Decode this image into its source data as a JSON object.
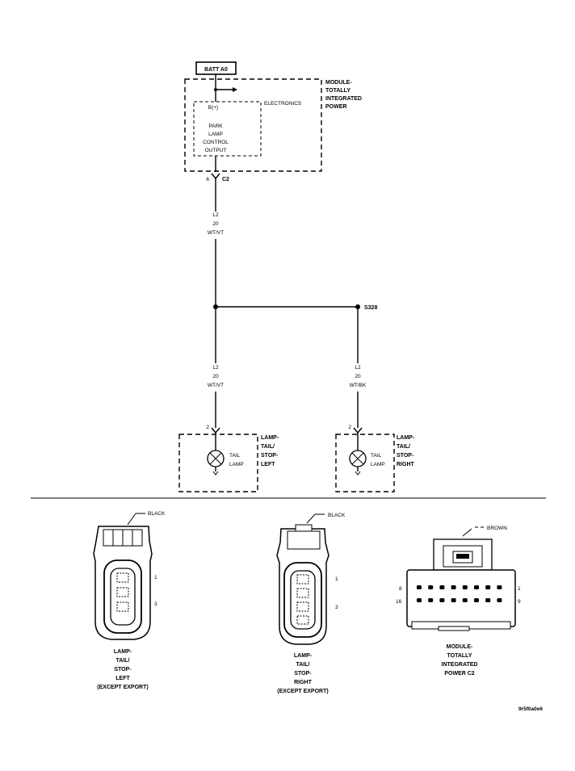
{
  "module": {
    "fuse_label": "BATT A0",
    "name_lines": [
      "MODULE-",
      "TOTALLY",
      "INTEGRATED",
      "POWER"
    ],
    "electronics_label": "ELECTRONICS",
    "b_plus": "B(+)",
    "output_lines": [
      "PARK",
      "LAMP",
      "CONTROL",
      "OUTPUT"
    ],
    "pin": "6",
    "connector": "C2"
  },
  "wire_top": {
    "circuit": "L2",
    "gauge": "20",
    "color": "WT/VT"
  },
  "splice": "S328",
  "wire_left": {
    "circuit": "L2",
    "gauge": "20",
    "color": "WT/VT"
  },
  "wire_right": {
    "circuit": "L2",
    "gauge": "20",
    "color": "WT/BK"
  },
  "lamp_left": {
    "pin": "2",
    "bulb_lines": [
      "TAIL",
      "LAMP"
    ],
    "name_lines": [
      "LAMP-",
      "TAIL/",
      "STOP-",
      "LEFT"
    ]
  },
  "lamp_right": {
    "pin": "2",
    "bulb_lines": [
      "TAIL",
      "LAMP"
    ],
    "name_lines": [
      "LAMP-",
      "TAIL/",
      "STOP-",
      "RIGHT"
    ]
  },
  "connectors": {
    "left": {
      "color": "BLACK",
      "pins": [
        "1",
        "3"
      ],
      "caption_lines": [
        "LAMP-",
        "TAIL/",
        "STOP-",
        "LEFT",
        "(EXCEPT EXPORT)"
      ]
    },
    "middle": {
      "color": "BLACK",
      "pins": [
        "1",
        "3"
      ],
      "caption_lines": [
        "LAMP-",
        "TAIL/",
        "STOP-",
        "RIGHT",
        "(EXCEPT EXPORT)"
      ]
    },
    "right": {
      "color": "BROWN",
      "pin_labels": {
        "top_left": "8",
        "top_right": "1",
        "bottom_left": "16",
        "bottom_right": "9"
      },
      "caption_lines": [
        "MODULE-",
        "TOTALLY",
        "INTEGRATED",
        "POWER C2"
      ]
    }
  },
  "figure_code": "9r5f0a0e6"
}
